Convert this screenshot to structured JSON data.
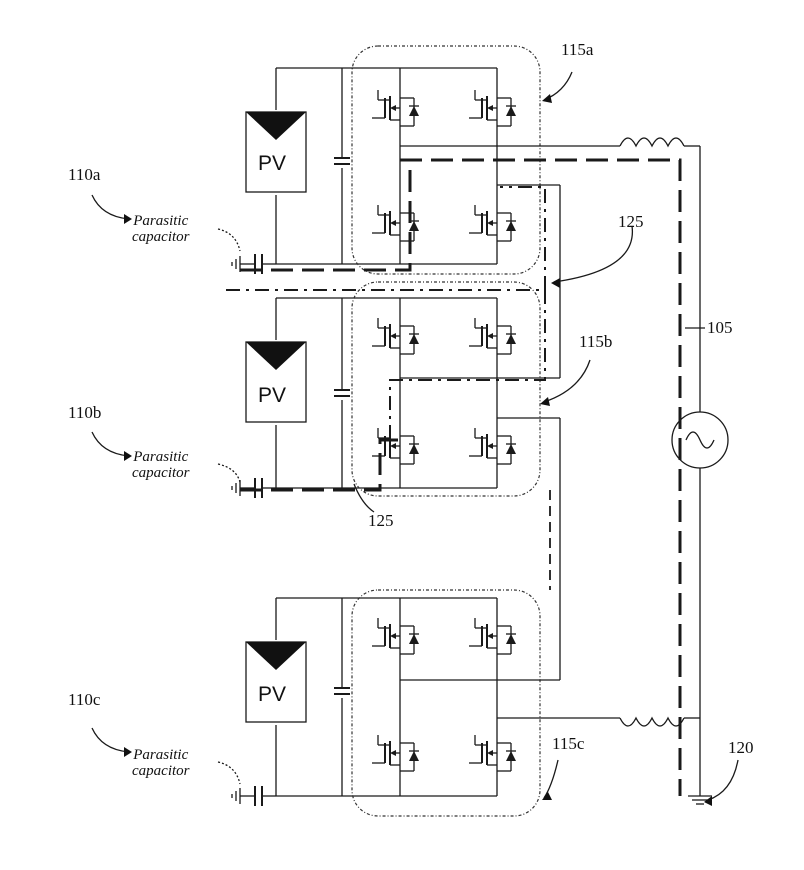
{
  "labels": {
    "module_a": "115a",
    "module_b": "115b",
    "module_c": "115c",
    "panel_a": "110a",
    "panel_b": "110b",
    "panel_c": "110c",
    "path_top": "125",
    "path_bottom": "125",
    "grid": "105",
    "ground": "120"
  },
  "parasitic": {
    "line1": "Parasitic",
    "line2": "capacitor"
  },
  "pv": {
    "a": "PV",
    "b": "PV",
    "c": "PV"
  }
}
